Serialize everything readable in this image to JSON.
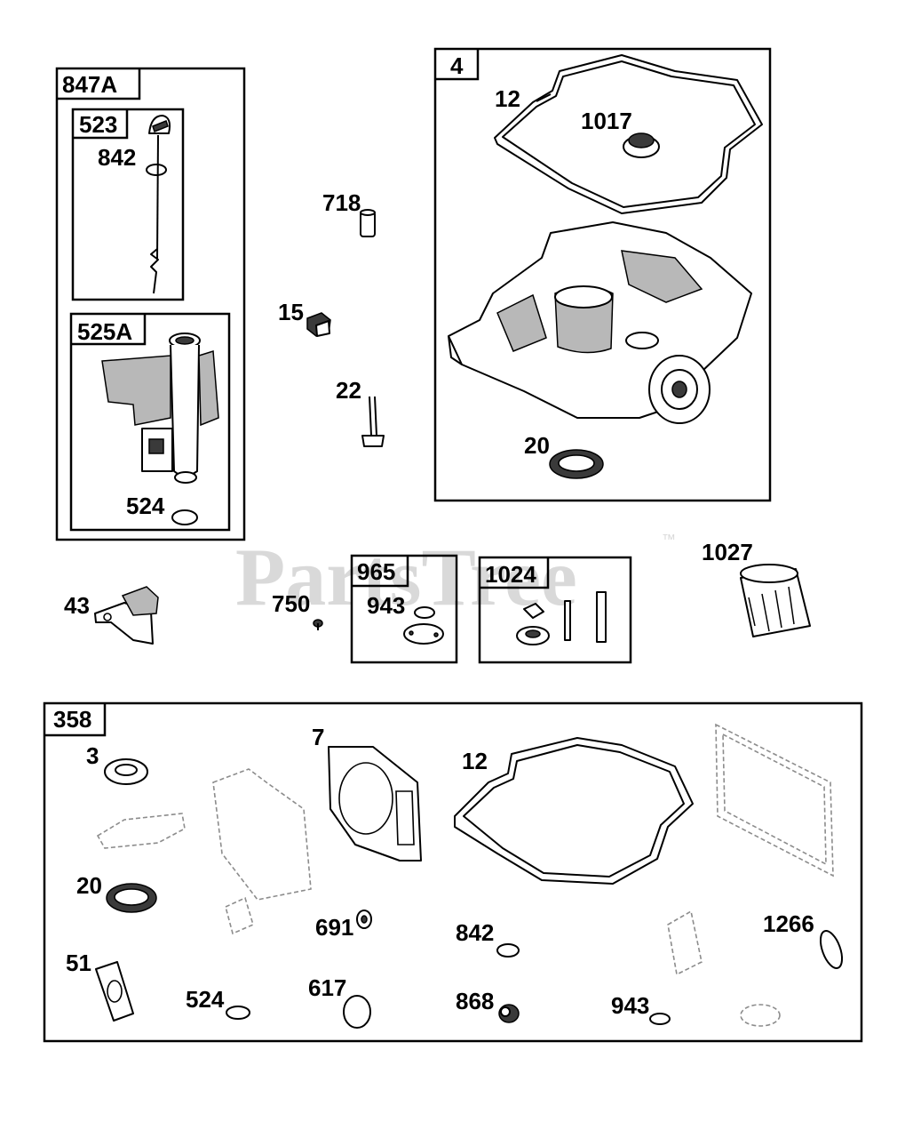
{
  "watermark": {
    "text": "PartsTree",
    "trademark": "™"
  },
  "groups": [
    {
      "id": "847A",
      "label": "847A"
    },
    {
      "id": "523",
      "label": "523"
    },
    {
      "id": "525A",
      "label": "525A"
    },
    {
      "id": "4",
      "label": "4"
    },
    {
      "id": "965",
      "label": "965"
    },
    {
      "id": "1024",
      "label": "1024"
    },
    {
      "id": "358",
      "label": "358"
    }
  ],
  "callouts": {
    "dipstick_oring": "842",
    "fill_tube_oring": "524",
    "sump_gasket": "12",
    "sump_cap": "1017",
    "sump_seal": "20",
    "pin": "718",
    "plug": "15",
    "bolt": "22",
    "bracket": "43",
    "screw": "750",
    "cover_oring": "943",
    "oil_filter": "1027",
    "kit_seal": "3",
    "head_gasket": "7",
    "kit_sump_gasket": "12",
    "kit_crank_seal": "20",
    "kit_intake_gasket": "51",
    "kit_oring_524": "524",
    "kit_seal_691": "691",
    "kit_oring_617": "617",
    "kit_oring_842": "842",
    "kit_seal_868": "868",
    "kit_oring_943": "943",
    "kit_oring_1266": "1266"
  }
}
